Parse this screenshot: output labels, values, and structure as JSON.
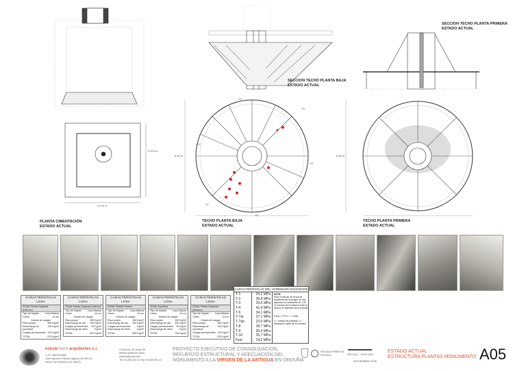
{
  "drawings": {
    "foundation_label": [
      "PLANTA CIMENTACIÓN",
      "ESTADO ACTUAL"
    ],
    "section_ground_label": [
      "SECCION TECHO PLANTA BAJA",
      "ESTADO ACTUAL"
    ],
    "section_first_label": [
      "SECCION TECHO PLANTA PRIMERA",
      "ESTADO ACTUAL"
    ],
    "plan_ground_label": [
      "TECHO PLANTA BAJA",
      "ESTADO ACTUAL"
    ],
    "plan_first_label": [
      "TECHO PLANTA PRIMERA",
      "ESTADO ACTUAL"
    ],
    "dim_foundation_w": "5,375 m",
    "dim_foundation_h": "5,375 m",
    "dim_plan": "8,55 m",
    "beam_labels": [
      "V1",
      "V2",
      "V3",
      "V4",
      "V5",
      "V6"
    ]
  },
  "losa_tables": [
    {
      "title": "CARACTERÍSTICAS LOSA",
      "zone": "ZONA: Planta Segunda (Exterior)",
      "rows": [
        [
          "Tipo de forjado",
          "Losa Maciza"
        ],
        [
          "Canto",
          "14 cm"
        ]
      ],
      "loads_title": "Estado de cargas",
      "loads": [
        [
          "Peso propio",
          "350 Kg/m²"
        ],
        [
          "Sobrecarga de uso/nieve",
          "100 Kg/m²"
        ],
        [
          "Cargas permanentes",
          "125 Kg/m²"
        ]
      ],
      "total": [
        "TOTAL",
        "575 Kg/m²"
      ]
    },
    {
      "title": "CARACTERÍSTICAS LOSA",
      "zone": "ZONA: Planta Segunda (Interior)",
      "rows": [
        [
          "Tipo de forjado",
          "Losa Maciza"
        ],
        [
          "Canto",
          "14 cm"
        ]
      ],
      "loads_title": "Estado de cargas",
      "loads": [
        [
          "Peso propio",
          "350 Kg/m²"
        ],
        [
          "Sobrecarga de uso",
          "200 Kg/m²"
        ],
        [
          "Cargas permanentes",
          "90 Kg/m²"
        ],
        [
          "Sobrecarga de nieve",
          "- Kg/m²"
        ]
      ],
      "total": [
        "TOTAL",
        "640 Kg/m²"
      ]
    },
    {
      "title": "CARACTERÍSTICAS LOSA",
      "zone": "ZONA: Planta Primera",
      "rows": [
        [
          "Tipo de forjado",
          "Losa Maciza"
        ],
        [
          "Canto",
          "14 cm"
        ]
      ],
      "loads_title": "Estado de cargas",
      "loads": [
        [
          "Peso propio",
          "350 Kg/m²"
        ],
        [
          "Sobrecarga de uso",
          "300 Kg/m²"
        ],
        [
          "Cargas permanentes",
          "- Kg/m²"
        ],
        [
          "Sobrecarga de nieve",
          "- Kg/m²"
        ]
      ],
      "total": [
        "TOTAL",
        "650 Kg/m²"
      ]
    },
    {
      "title": "CARACTERÍSTICAS LOSA",
      "zone": "ZONA: Escalera",
      "rows": [
        [
          "Tipo de forjado",
          "Losa Maciza"
        ],
        [
          "Canto",
          "14 cm"
        ]
      ],
      "loads_title": "Estado de cargas",
      "loads": [
        [
          "Peso propio",
          "350 Kg/m²"
        ],
        [
          "Sobrecarga de uso",
          "300 Kg/m²"
        ],
        [
          "Cargas permanentes",
          "90 Kg/m²"
        ],
        [
          "Sobrecarga de nieve",
          "- Kg/m²"
        ]
      ],
      "total": [
        "TOTAL",
        "740 Kg/m²"
      ]
    },
    {
      "title": "CARACTERÍSTICAS LOSA",
      "zone": "ZONA: Planta Segunda (Mirador)",
      "rows": [
        [
          "Tipo de forjado",
          "Losa Maciza"
        ],
        [
          "Canto",
          "14 cm"
        ]
      ],
      "loads_title": "Estado de cargas",
      "loads": [
        [
          "Peso propio",
          "350 Kg/m²"
        ],
        [
          "Sobrecarga de uso/nieve",
          "100 Kg/m²"
        ],
        [
          "Cargas permanentes",
          "125 Kg/m²"
        ]
      ],
      "total": [
        "TOTAL",
        "575 Kg/m²"
      ]
    }
  ],
  "hormigon": {
    "title": "CARACTERÍSTICAS DEL HORMIGÓN EXISTENTE",
    "rows": [
      [
        "T-1",
        "24,2 MPa"
      ],
      [
        "T-2",
        "36,8 MPa"
      ],
      [
        "T-3",
        "29,6 MPa"
      ],
      [
        "T-4",
        "41,6 MPa"
      ],
      [
        "T-5",
        "34,1 MPa"
      ],
      [
        "T-7ar",
        "27,1 MPa"
      ],
      [
        "T-7ab",
        "23,6 MPa"
      ],
      [
        "T-8",
        "28,7 MPa"
      ],
      [
        "T-9",
        "30,4 MPa"
      ],
      [
        "T-10",
        "25,7 MPa"
      ],
      [
        "Fest",
        "24,2 MPa"
      ]
    ],
    "nota_title": "NOTA:",
    "nota": "Para el cálculo de la fuerza resistente del hormigón se han aplicado un coeficiente de 1,25 en función de la relación entre la altura y el diámetro de la probeta",
    "formula": "Fest = ΣT/n − 1,64σ",
    "legend": "n = unidad de probetas; σ = desviación típica de la muestra"
  },
  "footer": {
    "firm_a": "eskubi",
    "firm_b": "turró",
    "firm_c": "arquitectes s.l.",
    "cif": "C.I.F. B62001866",
    "arch1": "Joan Ignacio Eskubi Ugarte (20.399-4)",
    "arch2": "Núria Turró Bosch (22.498-4)",
    "addr1": "C/Girona, 83 local 1B",
    "addr2": "08009 BARCELONA",
    "email": "eskubi@coac.net",
    "tel": "Tel 93 265 53 14 Fax 93 265 55 13",
    "project_1": "PROYECTO EJECUTIVO DE CONSOLIDACIÓN,",
    "project_2": "REFUERZO ESTRUCTURAL Y ADECUACIÓN DEL",
    "project_3a": "MONUMENTO A LA ",
    "project_3b": "VIRGEN DE LA ANTIGUA",
    "project_3c": " EN ORDUÑA",
    "scale_label": "ESCALA GRÁFICA",
    "scale_label2": "ESCALA",
    "scale_value": "1/50 (A1) - 1/100 (A3)",
    "date": "NOVIEMBRE 2006",
    "sheet_title_1": "ESTADO ACTUAL",
    "sheet_title_2": "ESTRUCTURA PLANTAS MONUMENTO",
    "sheet_number": "A05"
  },
  "colors": {
    "accent": "#e4572e",
    "damage": "#e02020"
  }
}
